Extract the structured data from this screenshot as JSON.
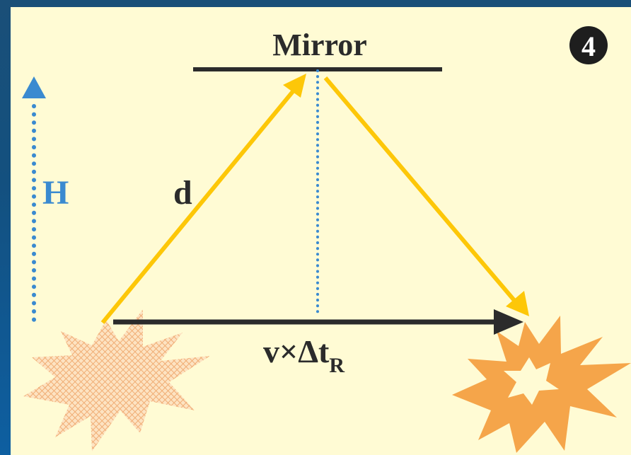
{
  "step_badge": "4",
  "mirror_label": "Mirror",
  "height_label": "H",
  "path_label": "d",
  "distance_label": {
    "base": "v×Δt",
    "subscript": "R"
  },
  "colors": {
    "background": "#fffbd4",
    "frame": "#15507c",
    "light_path": "#fdc708",
    "mirror": "#2b2b2b",
    "height_marker": "#3a8ad0",
    "burst": "#f5a54a",
    "burst_hatched": "#f3b986"
  }
}
